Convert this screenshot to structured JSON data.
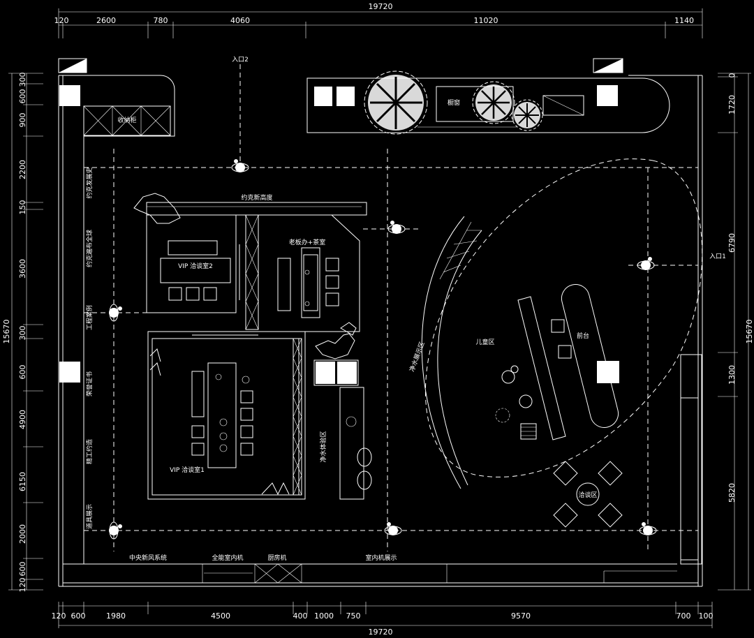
{
  "dimensions": {
    "top": {
      "total": "19720",
      "segments": [
        "120",
        "2600",
        "780",
        "4060",
        "11020",
        "1140"
      ]
    },
    "bottom": {
      "total": "19720",
      "segments": [
        "120",
        "600",
        "1980",
        "4500",
        "400",
        "1000",
        "750",
        "9570",
        "700",
        "100"
      ]
    },
    "left": {
      "total": "15670",
      "segments": [
        "300",
        "600",
        "900",
        "2200",
        "150",
        "3600",
        "300",
        "600",
        "4900",
        "6150",
        "2000",
        "600",
        "120"
      ]
    },
    "right": {
      "total": "15670",
      "segments": [
        "0",
        "1720",
        "6790",
        "1300",
        "5820"
      ]
    }
  },
  "rooms": {
    "entrance_2": "入口2",
    "entrance_1": "入口1",
    "storage_cabinet": "收纳柜",
    "window": "橱窗",
    "yoke_height": "约克新高度",
    "vip_room_2": "VIP 洽谈室2",
    "boss_office": "老板办+茶室",
    "vip_room_1": "VIP 洽谈室1",
    "kids_area": "儿童区",
    "front_desk": "前台",
    "water_display": "净水展示区",
    "water_experience": "净水体验区",
    "negotiation_area": "洽谈区"
  },
  "wall_labels": [
    "约克发展史",
    "约克遍布全球",
    "工程案例",
    "荣誉证书",
    "精工约造",
    "道具展示"
  ],
  "bottom_labels": [
    "中央新风系统",
    "全能室内机",
    "厨房机",
    "室内机展示"
  ]
}
